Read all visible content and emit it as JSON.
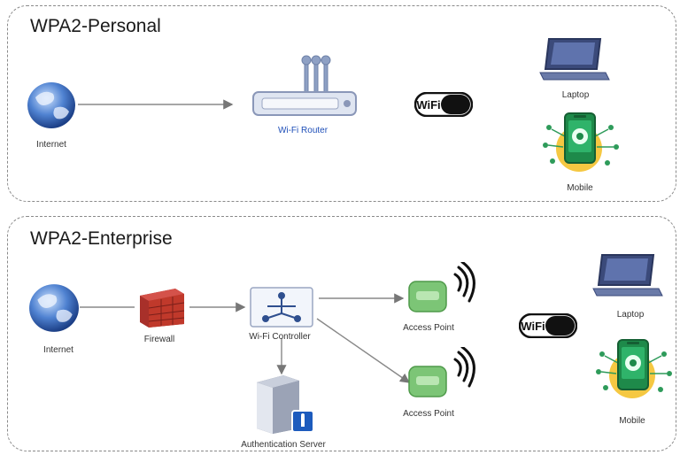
{
  "personal": {
    "title": "WPA2-Personal",
    "internet_label": "Internet",
    "router_label": "Wi-Fi Router",
    "wifi_badge": "WiFi",
    "laptop_label": "Laptop",
    "mobile_label": "Mobile"
  },
  "enterprise": {
    "title": "WPA2-Enterprise",
    "internet_label": "Internet",
    "firewall_label": "Firewall",
    "controller_label": "Wi-Fi Controller",
    "ap1_label": "Access Point",
    "ap2_label": "Access Point",
    "auth_label": "Authentication Server",
    "wifi_badge": "WiFi",
    "laptop_label": "Laptop",
    "mobile_label": "Mobile"
  },
  "colors": {
    "router_label": "#1f4fb8",
    "firewall": "#c0392b",
    "access_point": "#7cc576",
    "laptop": "#3b4a7a",
    "mobile_circle": "#f5c842",
    "mobile_phone": "#1e8a4a"
  }
}
